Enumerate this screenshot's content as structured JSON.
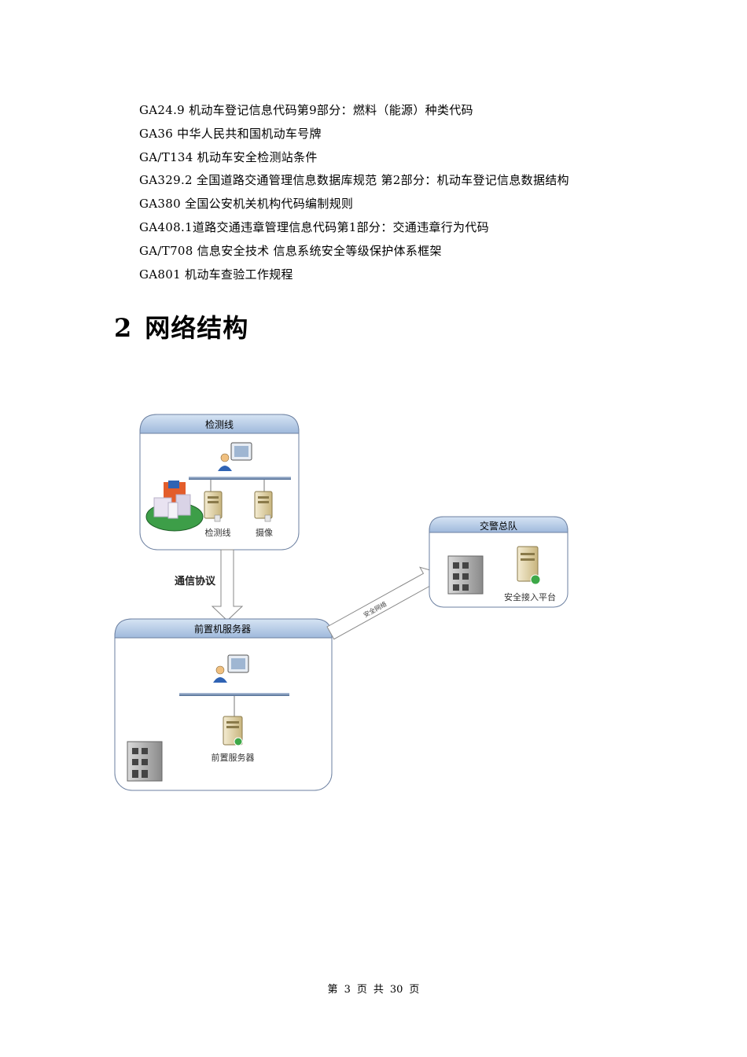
{
  "references": [
    "GA24.9 机动车登记信息代码第9部分：燃料（能源）种类代码",
    "GA36 中华人民共和国机动车号牌",
    "GA/T134 机动车安全检测站条件",
    "GA329.2 全国道路交通管理信息数据库规范 第2部分：机动车登记信息数据结构",
    "GA380 全国公安机关机构代码编制规则",
    "GA408.1道路交通违章管理信息代码第1部分：交通违章行为代码",
    "GA/T708 信息安全技术 信息系统安全等级保护体系框架",
    "GA801 机动车查验工作规程"
  ],
  "section": {
    "number": "2",
    "title": "网络结构"
  },
  "diagram": {
    "box_inspection": {
      "title": "检测线",
      "server1_label": "检测线",
      "server2_label": "摄像"
    },
    "protocol_label": "通信协议",
    "box_frontend": {
      "title": "前置机服务器",
      "server_label": "前置服务器"
    },
    "secure_net_label": "安全网络",
    "box_police": {
      "title": "交警总队",
      "server_label": "安全接入平台"
    }
  },
  "footer": {
    "prefix": "第",
    "page": "3",
    "mid1": "页",
    "mid2": "共",
    "total": "30",
    "suffix": "页"
  }
}
